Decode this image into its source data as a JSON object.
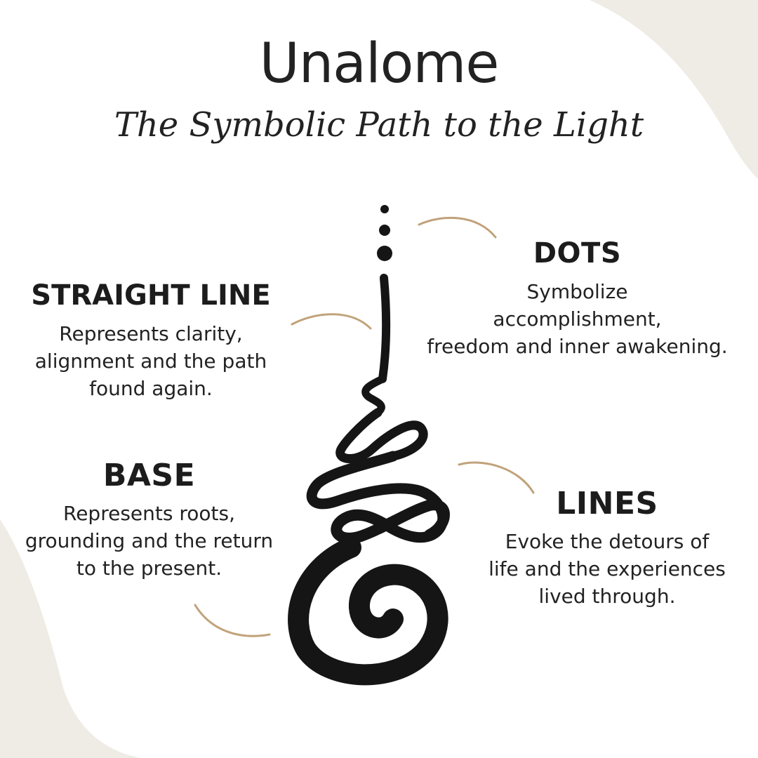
{
  "header": {
    "title": "Unalome",
    "subtitle": "The Symbolic Path to the Light"
  },
  "labels": {
    "dots": {
      "heading": "DOTS",
      "lines": [
        "Symbolize",
        "accomplishment,",
        "freedom and inner awakening."
      ]
    },
    "straight_line": {
      "heading": "STRAIGHT LINE",
      "lines": [
        "Represents clarity,",
        "alignment and the path",
        "found again."
      ]
    },
    "base": {
      "heading": "BASE",
      "lines": [
        "Represents roots,",
        "grounding and the return",
        "to the present."
      ]
    },
    "lines": {
      "heading": "LINES",
      "lines": [
        "Evoke the detours of",
        "life and the experiences",
        "lived through."
      ]
    }
  },
  "colors": {
    "background": "#ffffff",
    "blob": "#efebe5",
    "ink": "#151515",
    "connector": "#c1a27a"
  },
  "icons": {
    "symbol": "unalome-symbol"
  }
}
